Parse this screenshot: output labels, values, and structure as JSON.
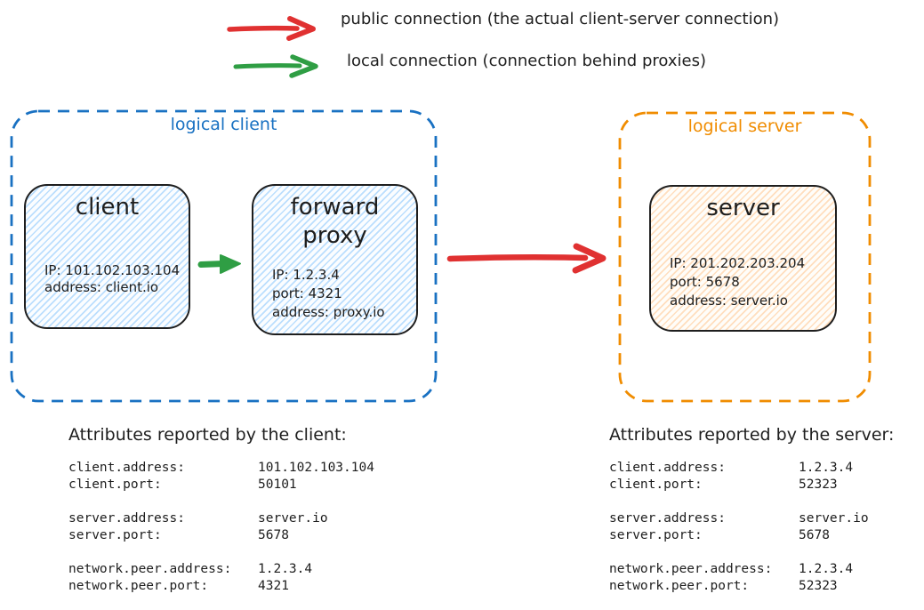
{
  "legend": {
    "public": {
      "label": "public connection (the actual client-server connection)"
    },
    "local": {
      "label": "local connection (connection behind proxies)"
    }
  },
  "diagram": {
    "logical_client": {
      "label": "logical client",
      "client_node": {
        "title": "client",
        "line1": "IP: 101.102.103.104",
        "line2": "address: client.io"
      },
      "proxy_node": {
        "title": "forward proxy",
        "line1": "IP: 1.2.3.4",
        "line2": "port: 4321",
        "line3": "address: proxy.io"
      }
    },
    "logical_server": {
      "label": "logical server",
      "server_node": {
        "title": "server",
        "line1": "IP: 201.202.203.204",
        "line2": "port: 5678",
        "line3": "address: server.io"
      }
    }
  },
  "attributes": {
    "client": {
      "heading": "Attributes reported by the client:",
      "groups": [
        [
          {
            "key": "client.address:",
            "value": "101.102.103.104"
          },
          {
            "key": "client.port:",
            "value": "50101"
          }
        ],
        [
          {
            "key": "server.address:",
            "value": "server.io"
          },
          {
            "key": "server.port:",
            "value": "5678"
          }
        ],
        [
          {
            "key": "network.peer.address:",
            "value": "1.2.3.4"
          },
          {
            "key": "network.peer.port:",
            "value": "4321"
          }
        ]
      ]
    },
    "server": {
      "heading": "Attributes reported by the server:",
      "groups": [
        [
          {
            "key": "client.address:",
            "value": "1.2.3.4"
          },
          {
            "key": "client.port:",
            "value": "52323"
          }
        ],
        [
          {
            "key": "server.address:",
            "value": "server.io"
          },
          {
            "key": "server.port:",
            "value": "5678"
          }
        ],
        [
          {
            "key": "network.peer.address:",
            "value": "1.2.3.4"
          },
          {
            "key": "network.peer.port:",
            "value": "52323"
          }
        ]
      ]
    }
  },
  "colors": {
    "arrow_red": "#e03131",
    "arrow_green": "#2f9e44",
    "logical_client_blue": "#1971c2",
    "logical_server_orange": "#f08c00",
    "ink": "#1e1e1e",
    "fill_blue_hatch": "#a5d8ff",
    "fill_orange_hatch": "#ffd8a8"
  }
}
